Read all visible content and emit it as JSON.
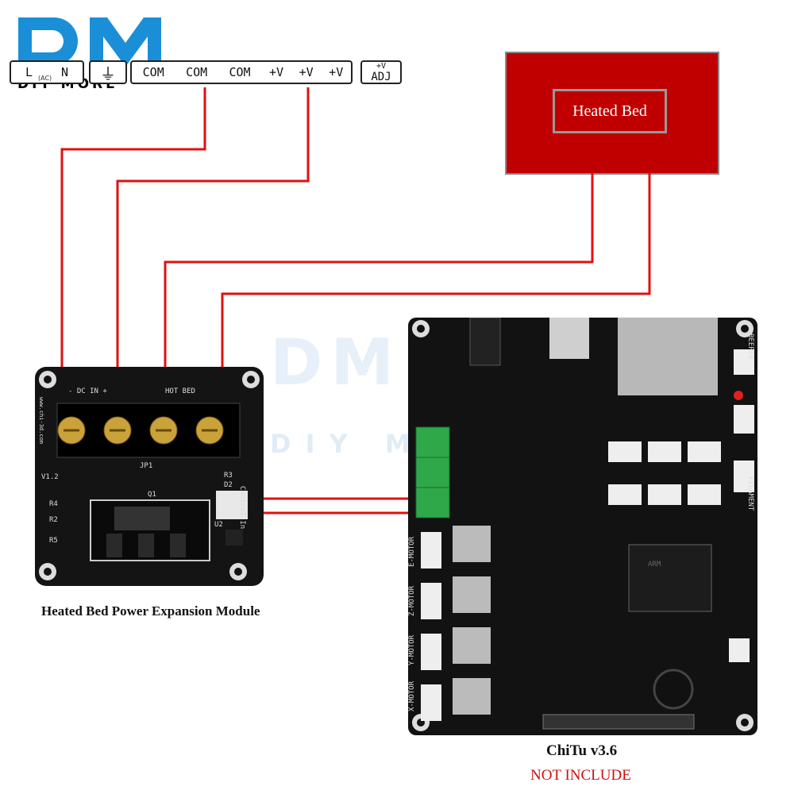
{
  "logo": {
    "mark": "DM",
    "subtitle": "DIY MORE",
    "colors": {
      "mark": "#1a8fd8",
      "text": "#000000"
    }
  },
  "terminal_block": {
    "groups": [
      {
        "labels": [
          "L",
          "N"
        ],
        "sub": "(AC)"
      },
      {
        "labels": [
          "⏚"
        ]
      },
      {
        "labels": [
          "COM",
          "COM",
          "COM",
          "+V",
          "+V",
          "+V"
        ]
      },
      {
        "labels": [
          "+V",
          "ADJ"
        ]
      }
    ]
  },
  "heated_bed": {
    "label": "Heated Bed",
    "color": "#c00000"
  },
  "module": {
    "caption": "Heated Bed Power Expansion Module",
    "silkscreen": {
      "dc_in": "- DC IN +",
      "hot_bed": "HOT BED",
      "control_in": "Control In",
      "site": "www.chi-3d.com",
      "version": "V1.2",
      "q1": "Q1",
      "u2": "U2",
      "jp1": "JP1",
      "r3": "R3",
      "d2": "D2",
      "r4": "R4",
      "r2": "R2",
      "r5": "R5"
    }
  },
  "chitu": {
    "caption": "ChiTu v3.6",
    "note": "NOT INCLUDE",
    "silkscreen": {
      "e_motor": "E-MOTOR",
      "z_motor": "Z-MOTOR",
      "y_motor": "Y-MOTOR",
      "x_motor": "X-MOTOR",
      "filament": "FILAMENT",
      "beeper": "BEEPER",
      "arm": "ARM"
    }
  },
  "watermark": {
    "text": "DM",
    "sub": "DIY MORE"
  },
  "wire_color": "#e01010"
}
